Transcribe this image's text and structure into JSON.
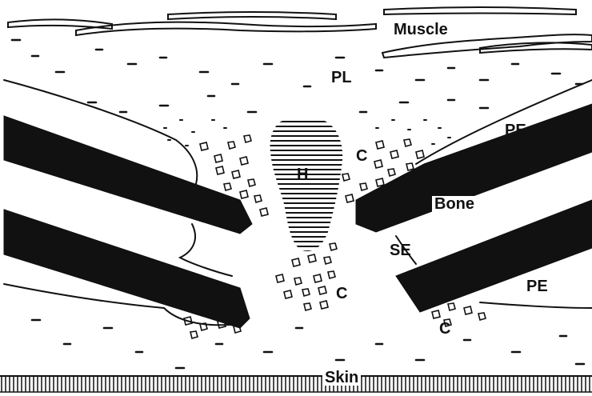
{
  "labels": {
    "muscle": "Muscle",
    "pl": "PL",
    "pe_top": "PE",
    "pe_bottom": "PE",
    "bone": "Bone",
    "se": "SE",
    "h": "H",
    "c_upper": "C",
    "c_center": "C",
    "c_lower_right": "C",
    "skin": "Skin"
  },
  "colors": {
    "ink": "#111111",
    "paper": "#ffffff"
  }
}
